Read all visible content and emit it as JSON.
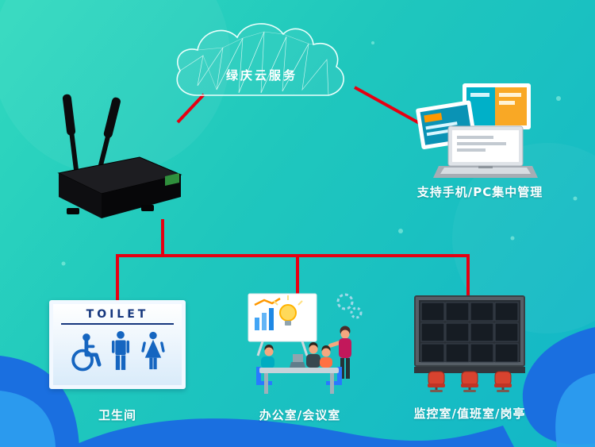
{
  "cloud": {
    "label": "绿庆云服务"
  },
  "management": {
    "label": "支持手机/PC集中管理"
  },
  "toilet_sign": {
    "title": "TOILET"
  },
  "locations": [
    {
      "id": "restroom",
      "label": "卫生间"
    },
    {
      "id": "office",
      "label": "办公室/会议室"
    },
    {
      "id": "monitor",
      "label": "监控室/值班室/岗亭"
    }
  ],
  "icons": {
    "cloud": "mesh-cloud",
    "router": "wireless-router-two-antennas",
    "devices": "laptop-and-monitors",
    "restroom": [
      "wheelchair",
      "man",
      "woman"
    ],
    "office": "meeting-room-illustration",
    "monitor_wall": "cctv-screen-wall-with-chairs"
  },
  "colors": {
    "background_teal": "#1fc7bd",
    "wave_blue": "#1a6fe0",
    "wave_blue_light": "#2e9ff0",
    "connector_red": "#e60012",
    "toilet_blue": "#1565c0",
    "toilet_navy": "#16377e",
    "chair_red": "#d8432f",
    "screen_orange": "#f9a825"
  }
}
